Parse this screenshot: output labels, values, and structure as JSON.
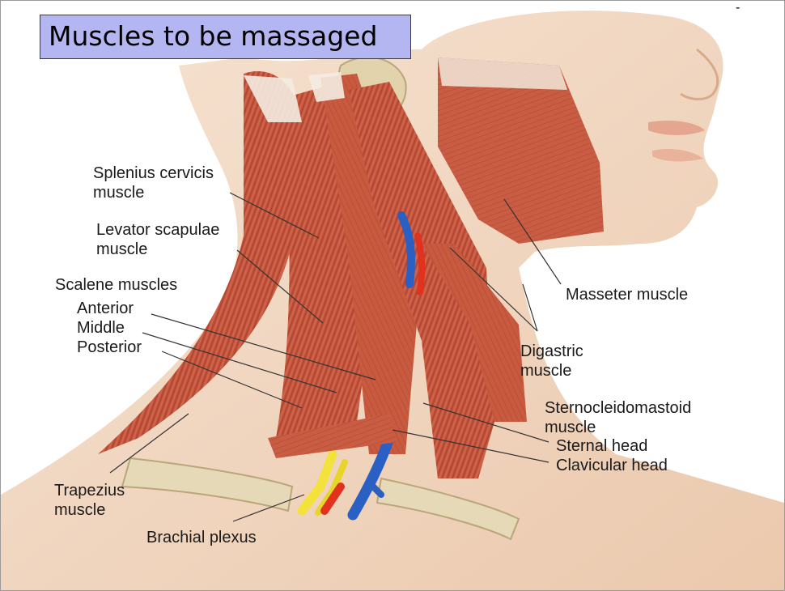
{
  "slide": {
    "title": "Muscles to be massaged",
    "corner_mark": "-"
  },
  "labels": {
    "splenius_1": "Splenius cervicis",
    "splenius_2": "muscle",
    "levator_1": "Levator scapulae",
    "levator_2": "muscle",
    "scalene": "Scalene muscles",
    "anterior": "Anterior",
    "middle": "Middle",
    "posterior": "Posterior",
    "trapezius_1": "Trapezius",
    "trapezius_2": "muscle",
    "brachial": "Brachial plexus",
    "masseter": "Masseter muscle",
    "digastric_1": "Digastric",
    "digastric_2": "muscle",
    "scm_1": "Sternocleidomastoid",
    "scm_2": "muscle",
    "sternal": "Sternal head",
    "clavicular": "Clavicular head"
  },
  "colors": {
    "title_bg": "#b4b6f2",
    "skin": "#f2d9c4",
    "muscle": "#c8553f",
    "muscle_dark": "#a33a2a",
    "tendon": "#f4ece2",
    "bone": "#e8dcbf",
    "artery": "#e0321f",
    "vein": "#2a5fc4",
    "nerve": "#f2e23a"
  }
}
